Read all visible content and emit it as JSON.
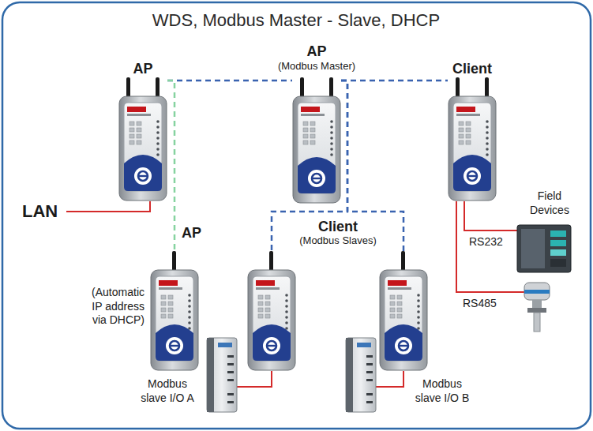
{
  "diagram": {
    "title": "WDS, Modbus Master - Slave, DHCP",
    "nodes": [
      {
        "text": [
          "AP"
        ]
      },
      {
        "text": [
          "AP",
          "(Modbus Master)"
        ]
      },
      {
        "text": [
          "Client"
        ]
      },
      {
        "text": [
          "AP",
          "(Automatic IP address via DHCP)"
        ]
      },
      {
        "text": [
          "Client",
          "(Modbus Slaves)"
        ]
      },
      {
        "text": []
      }
    ],
    "edges": [
      {
        "from": 0,
        "to": 1,
        "arrow": "none"
      },
      {
        "from": 1,
        "to": 2,
        "arrow": "none"
      },
      {
        "from": 0,
        "to": 3,
        "arrow": "none"
      },
      {
        "from": 1,
        "to": 4,
        "arrow": "none"
      },
      {
        "from": 1,
        "to": 5,
        "arrow": "none"
      }
    ],
    "labels": [
      "LAN",
      "Field Devices",
      "RS232",
      "RS485",
      "Modbus slave I/O A",
      "Modbus slave I/O B"
    ]
  }
}
